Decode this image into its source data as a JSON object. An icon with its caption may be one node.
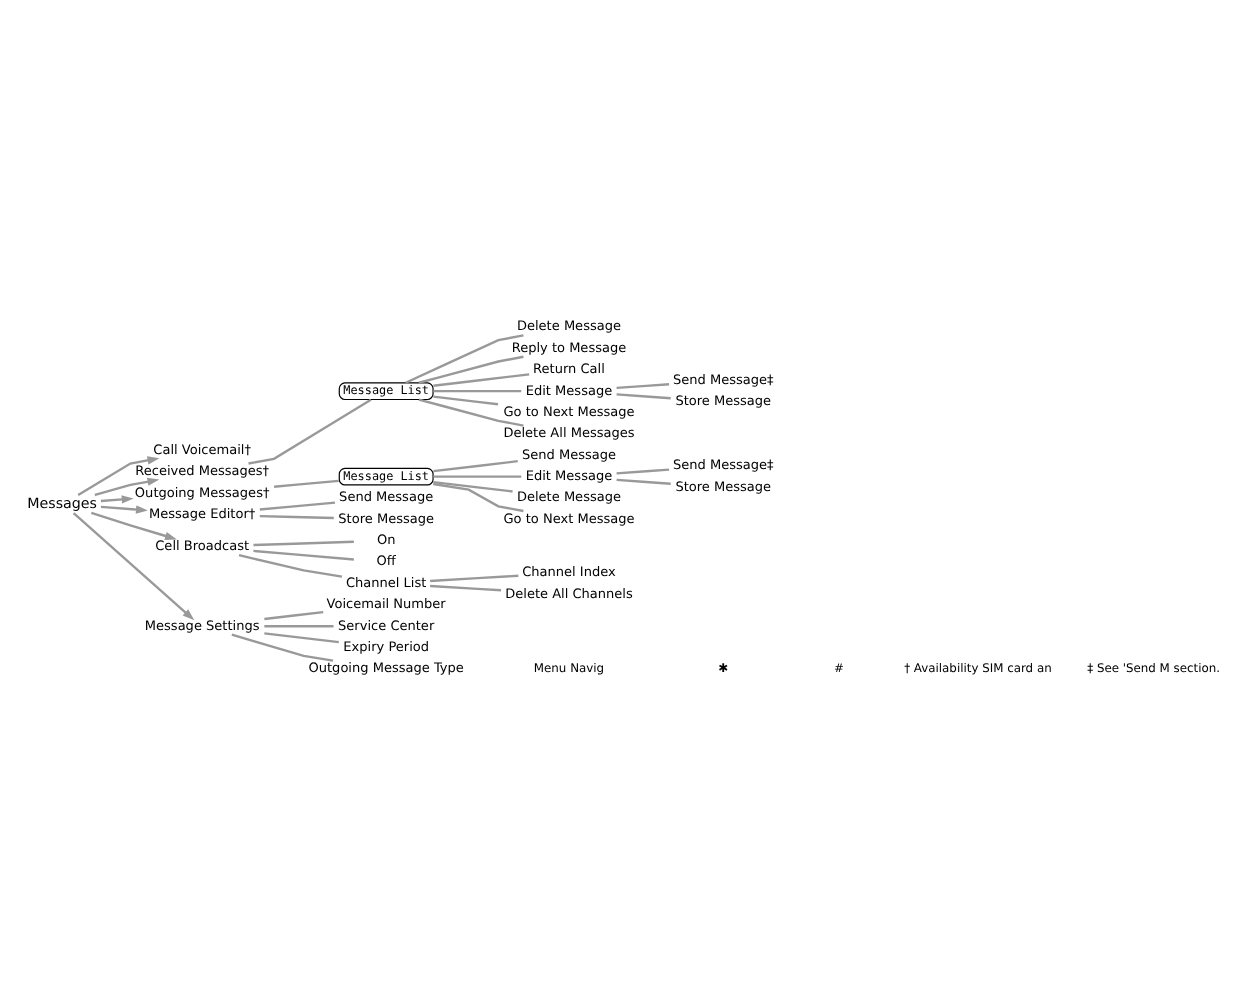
{
  "diagram": {
    "nodes": [
      {
        "text": [
          "Messages"
        ]
      },
      {
        "text": [
          "Call Voicemail†"
        ]
      },
      {
        "text": [
          "Received Messages†"
        ]
      },
      {
        "text": [
          "Message List"
        ]
      },
      {
        "text": [
          "Delete Message"
        ]
      },
      {
        "text": [
          "Reply to Message"
        ]
      },
      {
        "text": [
          "Return Call"
        ]
      },
      {
        "text": [
          "Edit Message"
        ]
      },
      {
        "text": [
          "Go to Next Message"
        ]
      },
      {
        "text": [
          "Delete All Messages"
        ]
      },
      {
        "text": [
          "Send Message‡"
        ]
      },
      {
        "text": [
          "Store Message"
        ]
      },
      {
        "text": [
          "Outgoing Messages†"
        ]
      },
      {
        "text": [
          "Message List"
        ]
      },
      {
        "text": [
          "Send Message"
        ]
      },
      {
        "text": [
          "Edit Message"
        ]
      },
      {
        "text": [
          "Delete Message"
        ]
      },
      {
        "text": [
          "Go to Next Message"
        ]
      },
      {
        "text": [
          "Send Message‡"
        ]
      },
      {
        "text": [
          "Store Message"
        ]
      },
      {
        "text": [
          "Message Editor†"
        ]
      },
      {
        "text": [
          "Send Message"
        ]
      },
      {
        "text": [
          "Store Message"
        ]
      },
      {
        "text": [
          "Cell Broadcast"
        ]
      },
      {
        "text": [
          "On"
        ]
      },
      {
        "text": [
          "Off"
        ]
      },
      {
        "text": [
          "Channel List"
        ]
      },
      {
        "text": [
          "Channel Index"
        ]
      },
      {
        "text": [
          "Delete All Channels"
        ]
      },
      {
        "text": [
          "Message Settings"
        ]
      },
      {
        "text": [
          "Voicemail Number"
        ]
      },
      {
        "text": [
          "Service Center"
        ]
      },
      {
        "text": [
          "Expiry Period"
        ]
      },
      {
        "text": [
          "Outgoing Message Type"
        ]
      }
    ],
    "edges": [
      {
        "from": 0,
        "to": 1,
        "arrow": "to"
      },
      {
        "from": 0,
        "to": 2,
        "arrow": "to"
      },
      {
        "from": 2,
        "to": 3,
        "arrow": "none"
      },
      {
        "from": 3,
        "to": 4,
        "arrow": "none"
      },
      {
        "from": 3,
        "to": 5,
        "arrow": "none"
      },
      {
        "from": 3,
        "to": 6,
        "arrow": "none"
      },
      {
        "from": 3,
        "to": 7,
        "arrow": "none"
      },
      {
        "from": 3,
        "to": 8,
        "arrow": "none"
      },
      {
        "from": 3,
        "to": 9,
        "arrow": "none"
      },
      {
        "from": 7,
        "to": 10,
        "arrow": "none"
      },
      {
        "from": 7,
        "to": 11,
        "arrow": "none"
      },
      {
        "from": 0,
        "to": 12,
        "arrow": "to"
      },
      {
        "from": 12,
        "to": 13,
        "arrow": "none"
      },
      {
        "from": 13,
        "to": 14,
        "arrow": "none"
      },
      {
        "from": 13,
        "to": 15,
        "arrow": "none"
      },
      {
        "from": 13,
        "to": 16,
        "arrow": "none"
      },
      {
        "from": 13,
        "to": 17,
        "arrow": "none"
      },
      {
        "from": 15,
        "to": 18,
        "arrow": "none"
      },
      {
        "from": 15,
        "to": 19,
        "arrow": "none"
      },
      {
        "from": 0,
        "to": 20,
        "arrow": "to"
      },
      {
        "from": 20,
        "to": 21,
        "arrow": "none"
      },
      {
        "from": 20,
        "to": 22,
        "arrow": "none"
      },
      {
        "from": 0,
        "to": 23,
        "arrow": "to"
      },
      {
        "from": 23,
        "to": 24,
        "arrow": "none"
      },
      {
        "from": 23,
        "to": 25,
        "arrow": "none"
      },
      {
        "from": 23,
        "to": 26,
        "arrow": "none"
      },
      {
        "from": 26,
        "to": 27,
        "arrow": "none"
      },
      {
        "from": 26,
        "to": 28,
        "arrow": "none"
      },
      {
        "from": 0,
        "to": 29,
        "arrow": "to"
      },
      {
        "from": 29,
        "to": 30,
        "arrow": "none"
      },
      {
        "from": 29,
        "to": 31,
        "arrow": "none"
      },
      {
        "from": 29,
        "to": 32,
        "arrow": "none"
      },
      {
        "from": 29,
        "to": 33,
        "arrow": "none"
      }
    ],
    "labels": [
      "Menu Navig",
      "✱",
      "#",
      "† Availability SIM card an",
      "‡ See 'Send M section."
    ]
  }
}
